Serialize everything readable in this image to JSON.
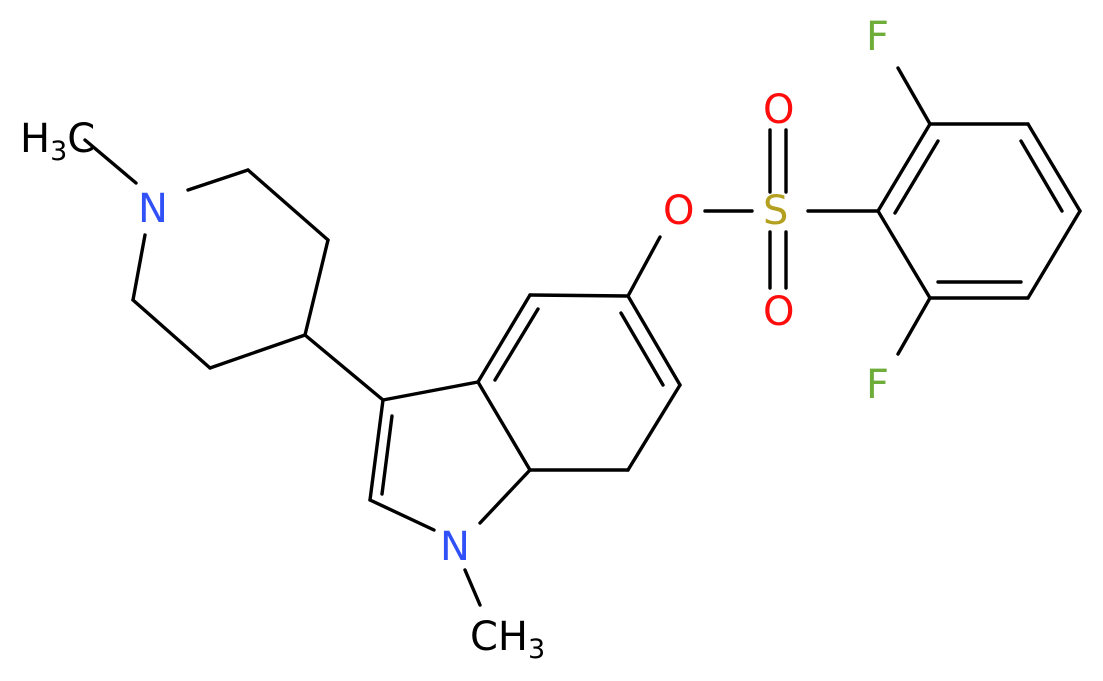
{
  "molecule": {
    "labels": {
      "methyl_piperidine": {
        "element": "H",
        "sub": "3",
        "tail": "C"
      },
      "piperidine_n": "N",
      "indole_n": "N",
      "methyl_indole": {
        "head": "CH",
        "sub": "3"
      },
      "ester_o": "O",
      "sulfur": "S",
      "sulfonyl_o_top": "O",
      "sulfonyl_o_bottom": "O",
      "fluorine_top": "F",
      "fluorine_bottom": "F"
    },
    "colors": {
      "bond": "#000000",
      "carbon": "#000000",
      "nitrogen": "#3050f8",
      "oxygen": "#ff0d0d",
      "sulfur": "#b3a01f",
      "fluorine": "#6fad3a"
    }
  }
}
